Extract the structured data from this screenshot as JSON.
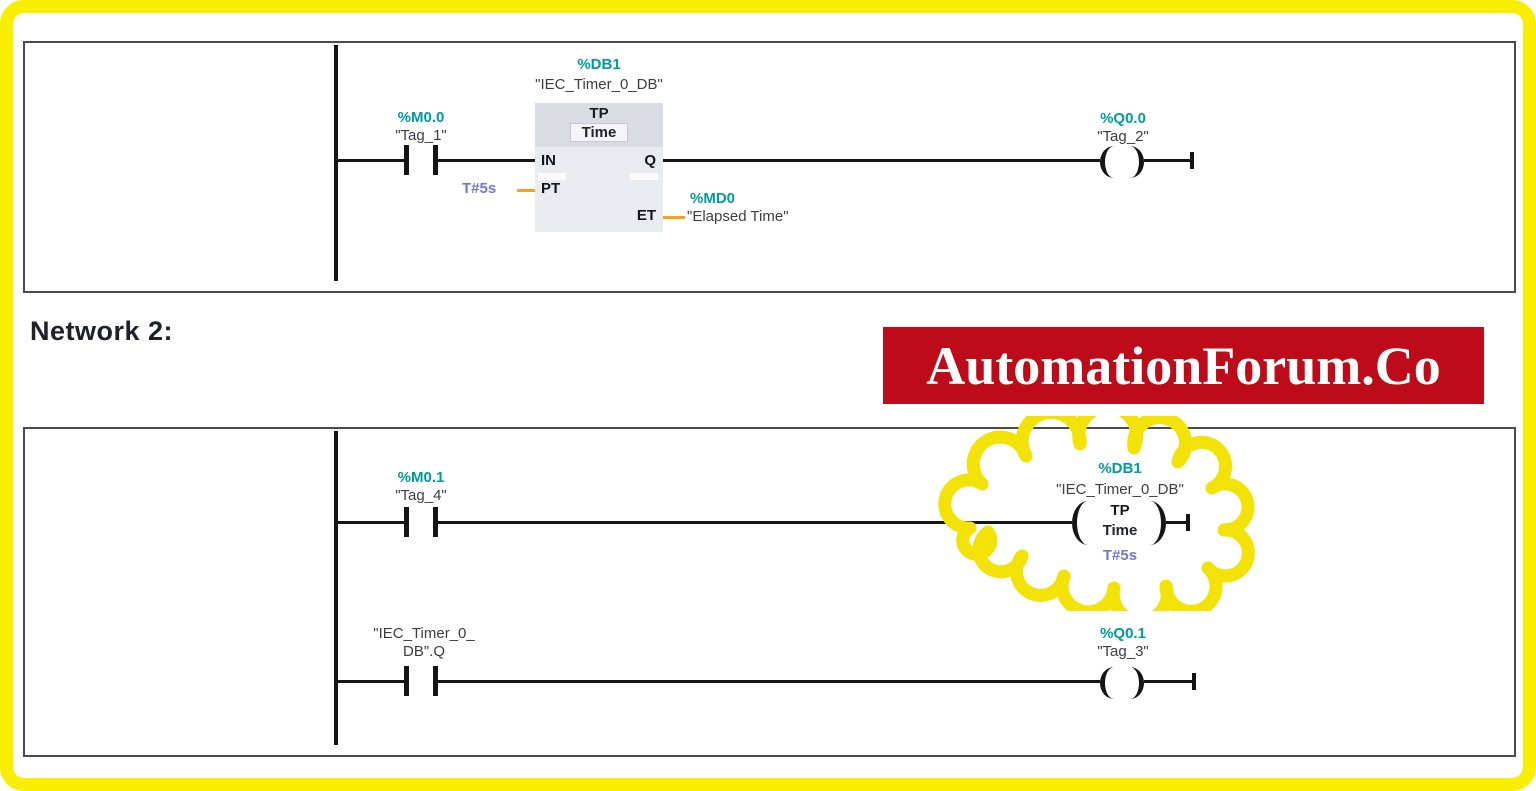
{
  "colors": {
    "frame_yellow": "#FAEE00",
    "cloud_yellow": "#F2E206",
    "banner_red": "#BE0B1A",
    "address_teal": "#009B9B",
    "tag_gray": "#3C3C46",
    "time_value_blue": "#6E79D6",
    "wire_orange": "#F5A21F",
    "block_body": "#EAEAF1",
    "block_header": "#DBDBE3"
  },
  "network2_heading": "Network 2:",
  "banner": {
    "text": "AutomationForum.Co"
  },
  "network1": {
    "contact": {
      "address": "%M0.0",
      "tag": "\"Tag_1\""
    },
    "timer_block": {
      "db_address": "%DB1",
      "db_name": "\"IEC_Timer_0_DB\"",
      "type": "TP",
      "data_type": "Time",
      "inputs": [
        "IN",
        "PT"
      ],
      "outputs": [
        "Q",
        "ET"
      ],
      "pt_value": "T#5s",
      "et_operand": {
        "address": "%MD0",
        "tag": "\"Elapsed Time\""
      }
    },
    "coil": {
      "address": "%Q0.0",
      "tag": "\"Tag_2\""
    }
  },
  "network2": {
    "rung1": {
      "contact": {
        "address": "%M0.1",
        "tag": "\"Tag_4\""
      },
      "timer_coil": {
        "db_address": "%DB1",
        "db_name": "\"IEC_Timer_0_DB\"",
        "type": "TP",
        "data_type": "Time",
        "pt_value": "T#5s"
      }
    },
    "rung2": {
      "contact": {
        "tag_line1": "\"IEC_Timer_0_",
        "tag_line2": "DB\".Q"
      },
      "coil": {
        "address": "%Q0.1",
        "tag": "\"Tag_3\""
      }
    }
  }
}
